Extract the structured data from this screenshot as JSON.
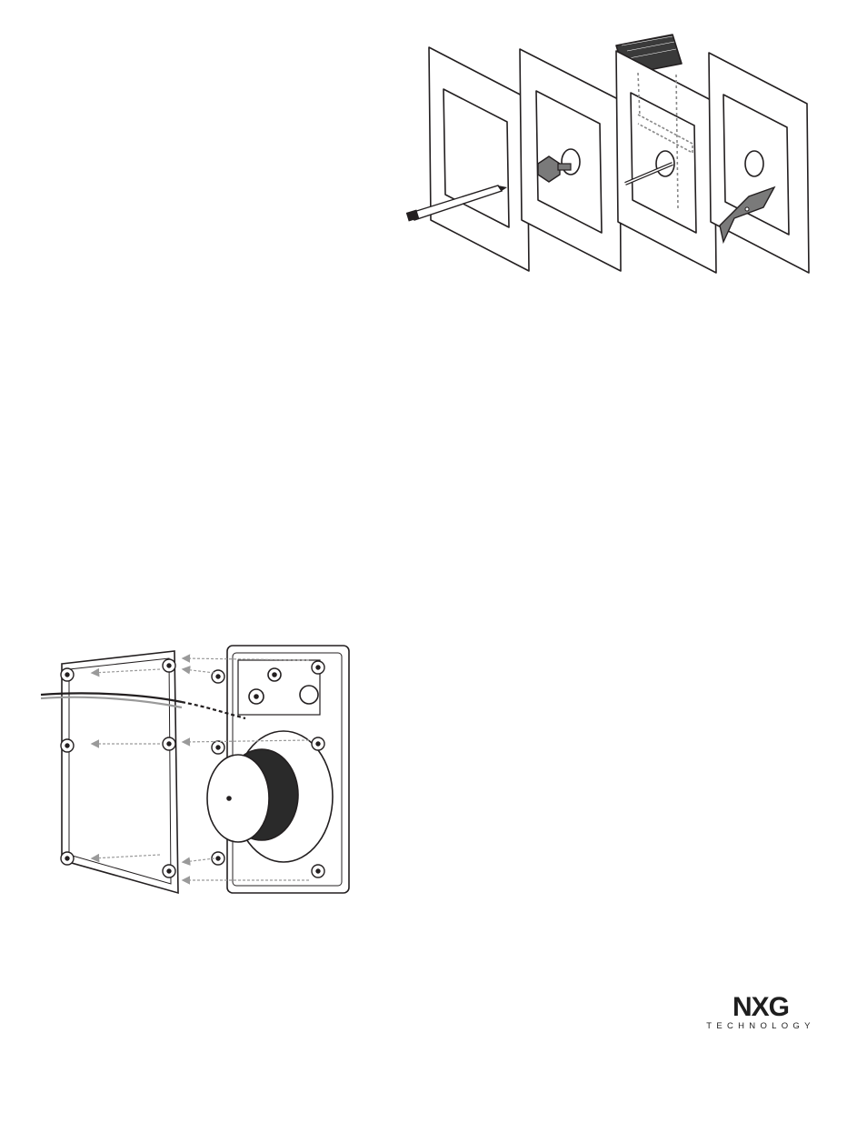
{
  "brand": {
    "logo_text": "NXG",
    "tagline": "TECHNOLOGY",
    "ink_color": "#1e1e1e"
  },
  "figures": {
    "cutout_steps": {
      "panels": 4,
      "tools": [
        "pencil-icon",
        "drill-icon",
        "wire-icon",
        "drywall-saw-icon"
      ]
    },
    "speaker_assembly": {
      "mount_points": 6
    }
  },
  "colors": {
    "line": "#231f20",
    "tool_gray": "#7a7a7a",
    "arrow_gray": "#9a9a9a",
    "wood": "#3a3a3a"
  }
}
